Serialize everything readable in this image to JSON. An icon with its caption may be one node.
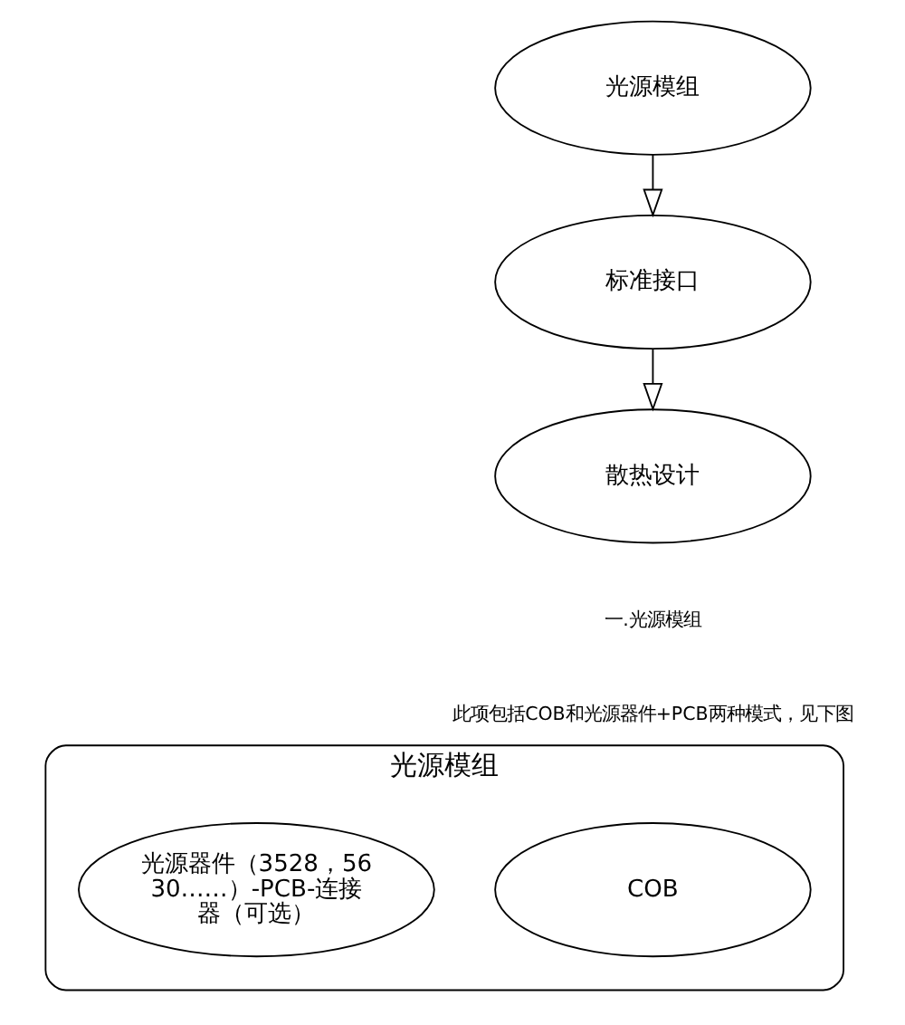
{
  "diagram": {
    "nodes": [
      {
        "text": [
          "光源模组"
        ]
      },
      {
        "text": [
          "标准接口"
        ]
      },
      {
        "text": [
          "散热设计"
        ]
      },
      {
        "text": [
          "光源模组"
        ]
      },
      {
        "text": [
          "COB"
        ],
        "in": 3
      },
      {
        "text": [
          "光源器件（3528，5630……）-PCB-连接器（可选）"
        ],
        "in": 3
      }
    ],
    "edges": [
      {
        "from": 0,
        "to": 1,
        "arrow": "to"
      },
      {
        "from": 1,
        "to": 2,
        "arrow": "to"
      }
    ],
    "labels": [
      "一.光源模组",
      "此项包括COB和光源器件+PCB两种模式，见下图"
    ]
  }
}
